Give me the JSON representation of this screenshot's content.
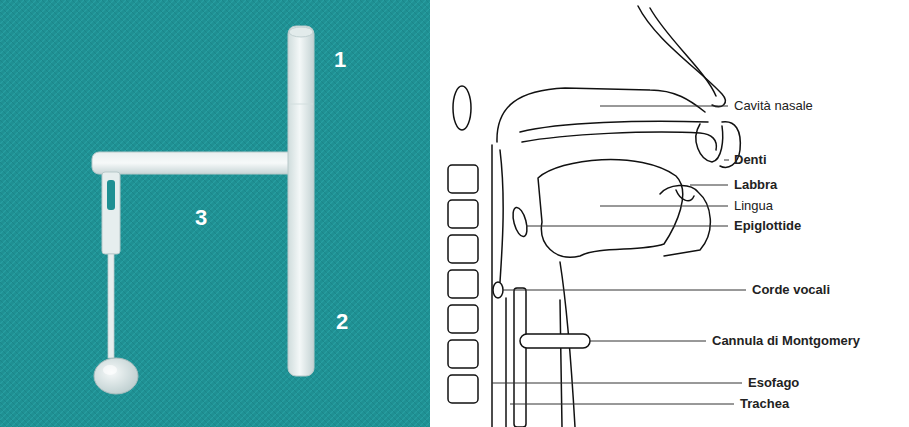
{
  "diagram": {
    "labels": [
      "1",
      "3",
      "2",
      "Cavità nasale",
      "Denti",
      "Labbra",
      "Lingua",
      "Epiglottide",
      "Corde vocali",
      "Cannula di Montgomery",
      "Esofago",
      "Trachea"
    ]
  }
}
